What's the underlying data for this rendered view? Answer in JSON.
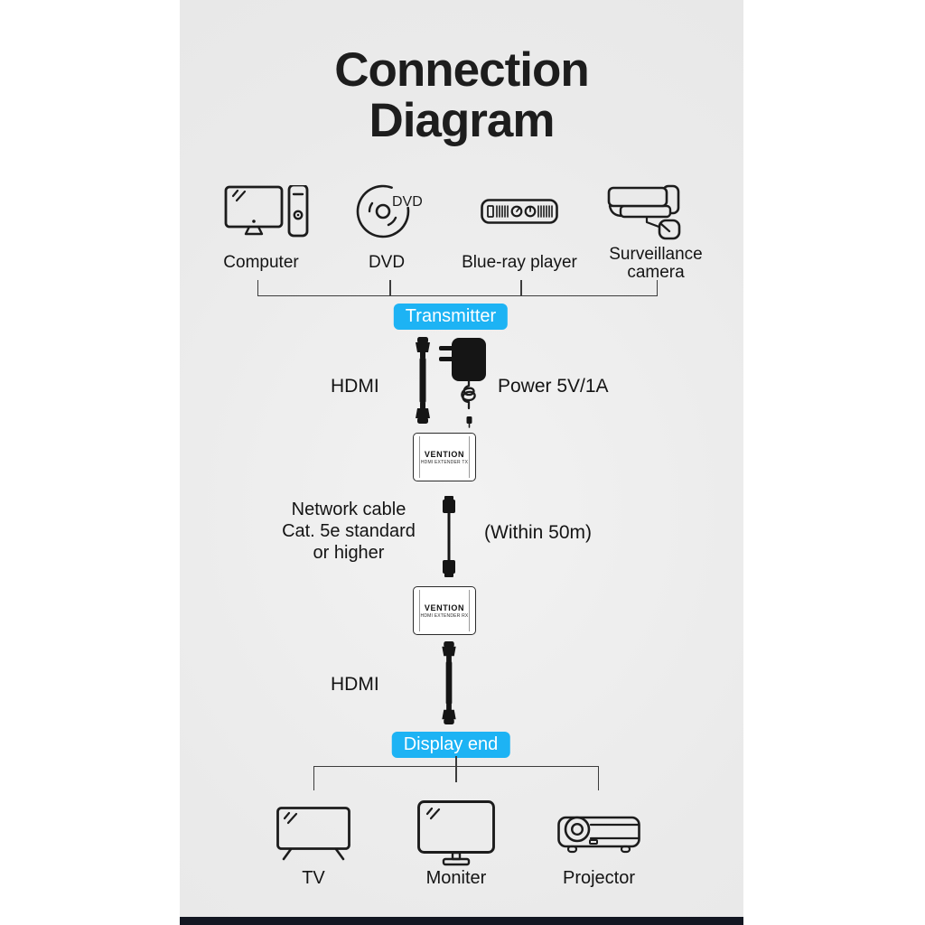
{
  "title": {
    "line1": "Connection",
    "line2": "Diagram"
  },
  "sources": {
    "computer": "Computer",
    "dvd": "DVD",
    "bluray": "Blue-ray player",
    "camera": "Surveillance camera"
  },
  "dvd_disc_text": "DVD",
  "badges": {
    "transmitter": "Transmitter",
    "display_end": "Display end"
  },
  "cables": {
    "hdmi_top": "HDMI",
    "power": "Power 5V/1A",
    "network_line1": "Network cable",
    "network_line2": "Cat. 5e standard",
    "network_line3": "or higher",
    "within": "(Within 50m)",
    "hdmi_bottom": "HDMI"
  },
  "devices": {
    "tx_brand": "VENTION",
    "tx_model": "HDMI EXTENDER TX",
    "rx_brand": "VENTION",
    "rx_model": "HDMI EXTENDER RX"
  },
  "displays": {
    "tv": "TV",
    "monitor": "Moniter",
    "projector": "Projector"
  },
  "colors": {
    "badge": "#1db3f4",
    "ink": "#1c1c1c",
    "panel": "#eaeaea",
    "line": "#3c3c3c",
    "bottom_bar": "#131722"
  }
}
